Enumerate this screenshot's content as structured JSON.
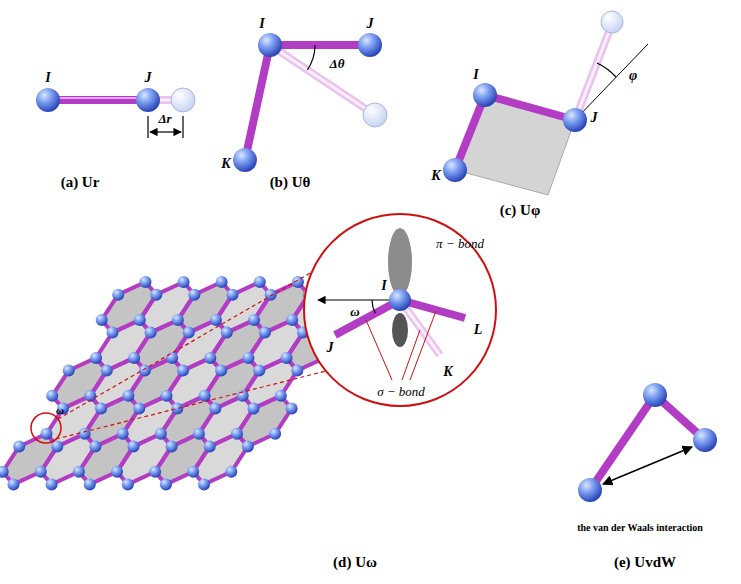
{
  "diagram": {
    "labels": [
      "I",
      "J",
      "Δr",
      "(a) Ur",
      "I",
      "J",
      "K",
      "Δθ",
      "(b) Uθ",
      "I",
      "J",
      "K",
      "φ",
      "(c) Uφ",
      "ω",
      "π − bond",
      "I",
      "J",
      "L",
      "K",
      "ω",
      "σ − bond",
      "(d) Uω",
      "the van der Waals interaction",
      "(e) UvdW"
    ]
  }
}
